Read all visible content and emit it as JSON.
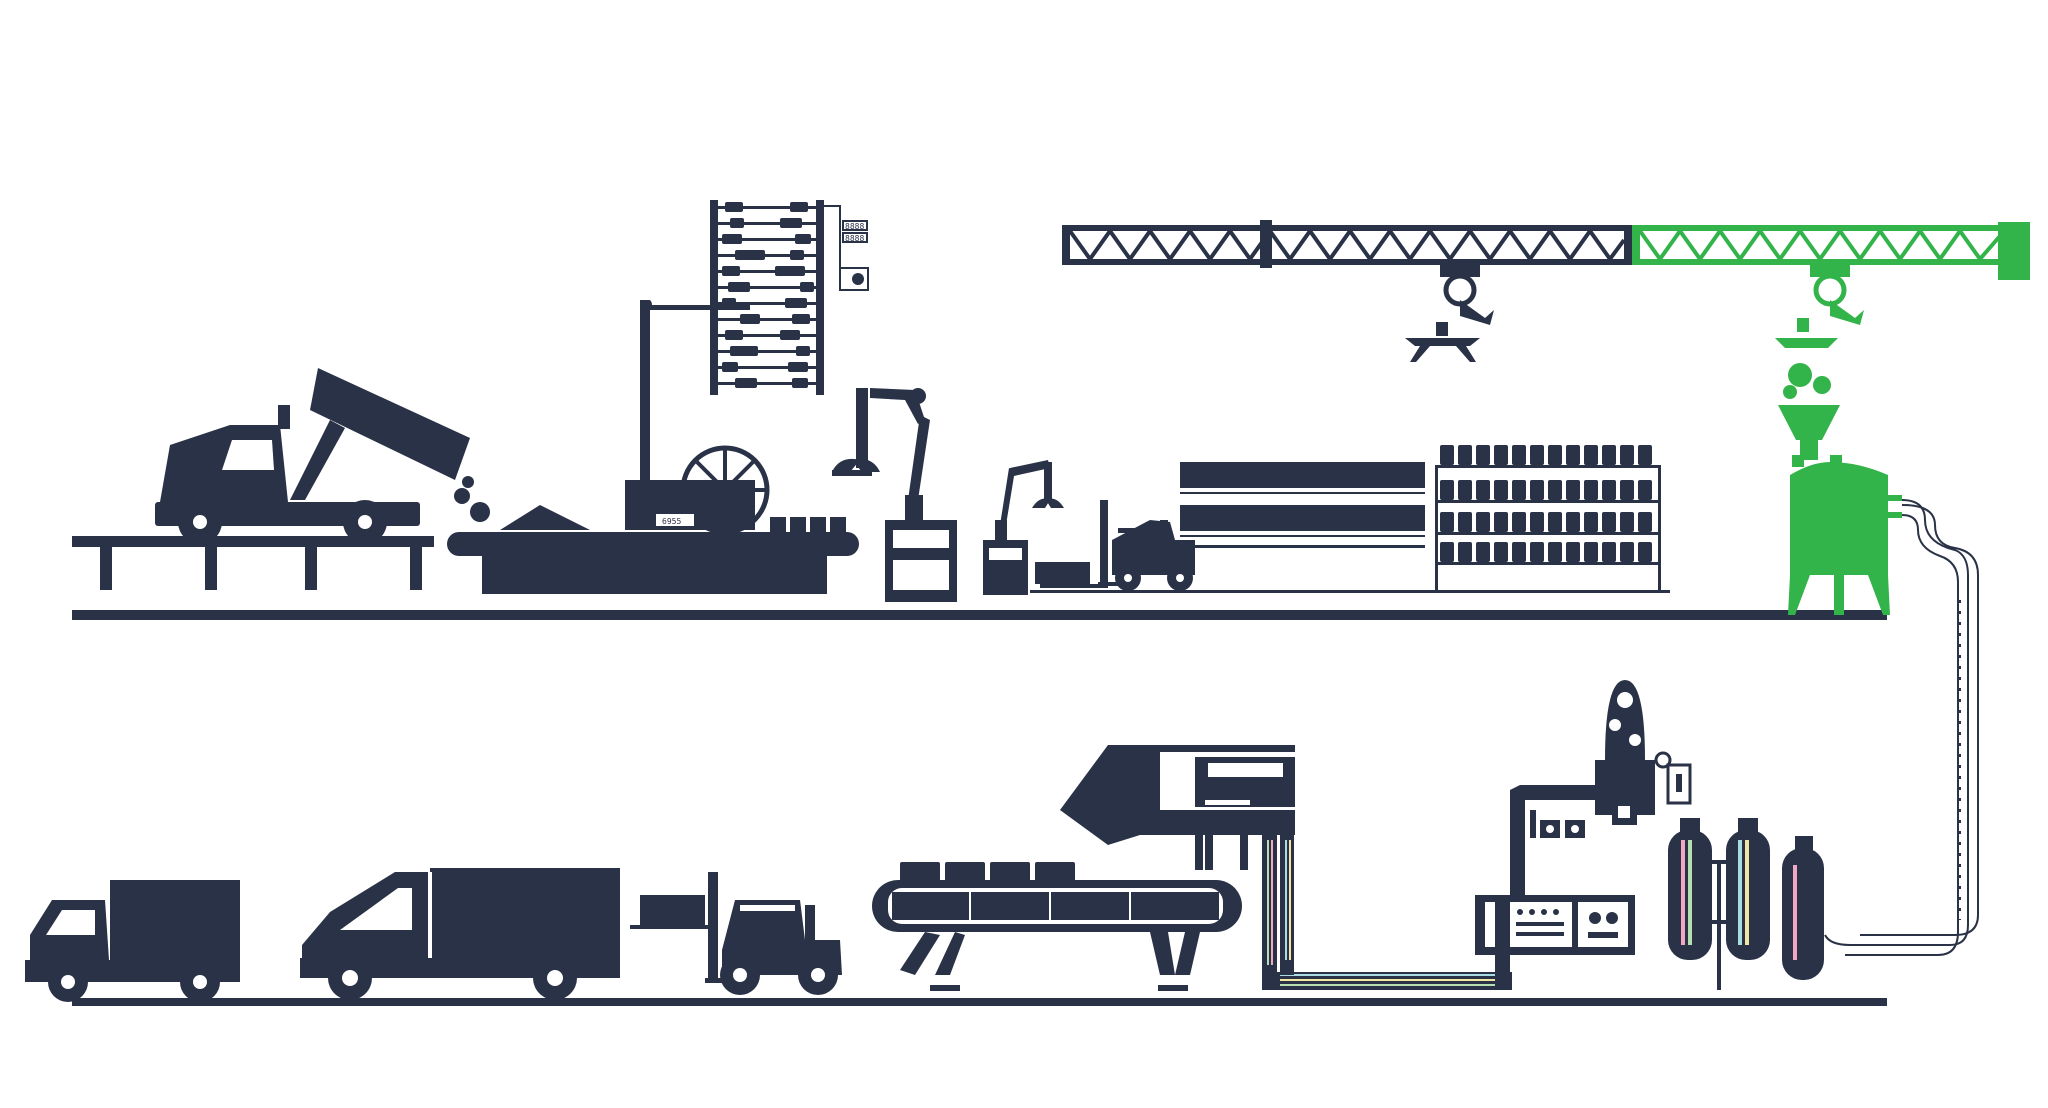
{
  "colors": {
    "primary": "#2a3247",
    "accent": "#33b44a",
    "background": "#ffffff",
    "pipe_pink": "#f2a7c3",
    "pipe_green": "#b7e0b0",
    "pipe_cyan": "#a9dde2",
    "pipe_yellow": "#f1e7a2"
  },
  "scene": {
    "label_counter": "6955",
    "label_panel_top": "8888",
    "label_panel_bottom": "8888",
    "icons": [
      "dump-truck-icon",
      "conveyor-icon",
      "robot-arm-icon",
      "forklift-icon",
      "shelving-icon",
      "gantry-crane-icon",
      "mixing-tank-icon",
      "pipeline-icon",
      "gas-cylinder-icon",
      "control-panel-icon",
      "packaging-machine-icon",
      "box-truck-icon",
      "delivery-van-icon"
    ]
  }
}
